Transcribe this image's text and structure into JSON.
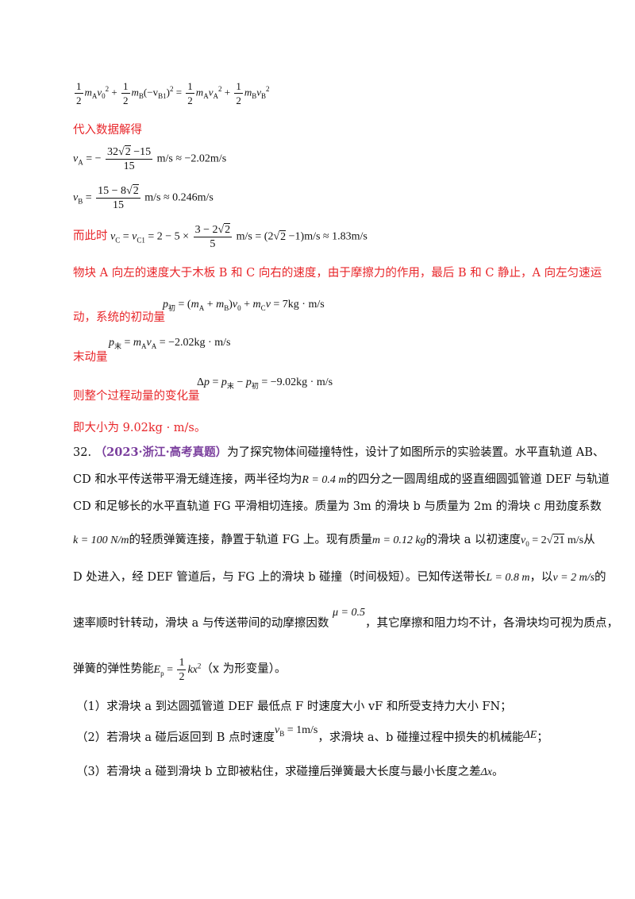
{
  "solution": {
    "momentum_eq": {
      "half": "1",
      "two": "2",
      "t1": "m",
      "t1s": "A",
      "t1v": "v",
      "t1vs": "0",
      "t1p": "2",
      "plus1": "+",
      "t2": "m",
      "t2s": "B",
      "t2paren": "(−v",
      "t2vs": "B1",
      "t2close": ")",
      "t2p": "2",
      "eq": "=",
      "t3": "m",
      "t3s": "A",
      "t3v": "v",
      "t3vs": "A",
      "t3p": "2",
      "plus2": "+",
      "t4": "m",
      "t4s": "B",
      "t4v": "v",
      "t4vs": "B",
      "t4p": "2"
    },
    "substitute_label": "代入数据解得",
    "vA": {
      "lhs": "v",
      "lhs_sub": "A",
      "eq": "= −",
      "num_a": "32",
      "num_sqrt": "2",
      "num_b": " −15",
      "den": "15",
      "rhs": "m/s ≈ −2.02m/s"
    },
    "vB": {
      "lhs": "v",
      "lhs_sub": "B",
      "eq": "=",
      "num_a": "15 − 8",
      "num_sqrt": "2",
      "den": "15",
      "rhs": "m/s ≈ 0.246m/s"
    },
    "vC": {
      "prefix": "而此时",
      "lhs": "v",
      "lhs_sub": "C",
      "eq1": " = ",
      "mid": "v",
      "mid_sub": "C1",
      "eq2": " = 2 − 5 ×",
      "num_a": "3 − 2",
      "num_sqrt": "2",
      "den": "5",
      "rhs_a": "m/s = (2",
      "rhs_sqrt": "2",
      "rhs_b": " −1)m/s ≈ 1.83m/s"
    },
    "para1": "物块 A 向左的速度大于木板 B 和 C 向右的速度，由于摩擦力的作用，最后 B 和 C 静止，A 向左匀速运",
    "para2_prefix": "动，系统的初动量",
    "p_initial": {
      "lhs": "p",
      "lhs_sub": "初",
      "eq": " = (",
      "m": "m",
      "ma_sub": "A",
      "plus": " + ",
      "mb_sub": "B",
      "close": ")",
      "v": "v",
      "v_sub": "0",
      "plus2": " + ",
      "mc_sub": "C",
      "v2": "v",
      "rhs": " = 7kg · m/s"
    },
    "final_label": "末动量",
    "p_final": {
      "lhs": "p",
      "lhs_sub": "末",
      "eq": " = ",
      "m": "m",
      "m_sub": "A",
      "v": "v",
      "v_sub": "A",
      "rhs": " = −2.02kg · m/s"
    },
    "change_label": "则整个过程动量的变化量",
    "dp": {
      "delta": "Δ",
      "p": "p",
      "eq": " = ",
      "p1_sub": "末",
      "minus": " − ",
      "p2_sub": "初",
      "rhs": " = −9.02kg · m/s"
    },
    "magnitude": "即大小为 9.02kg · m/s。"
  },
  "problem": {
    "number": "32.",
    "source": "（2023·浙江·高考真题）",
    "line1": "为了探究物体间碰撞特性，设计了如图所示的实验装置。水平直轨道 AB、",
    "line2a": "CD 和水平传送带平滑无缝连接，两半径均为",
    "R": "R = 0.4 m",
    "line2b": "的四分之一圆周组成的竖直细圆弧管道 DEF 与轨道",
    "line3": "CD 和足够长的水平直轨道 FG 平滑相切连接。质量为 3m 的滑块 b 与质量为 2m 的滑块 c 用劲度系数",
    "k": "k = 100 N/m",
    "line4a": "的轻质弹簧连接，静置于轨道 FG 上。现有质量",
    "m": "m = 0.12 kg",
    "line4b": "的滑块 a 以初速度",
    "v0_lhs": "v",
    "v0_sub": "0",
    "v0_eq": " = 2",
    "v0_sqrt": "21",
    "v0_unit": " m/s",
    "line4c": "从",
    "line5a": "D 处进入，经 DEF 管道后，与 FG 上的滑块 b 碰撞（时间极短）。已知传送带长",
    "L": "L = 0.8 m",
    "line5b": "，以",
    "v": "v = 2 m/s",
    "line5c": "的",
    "line6a": "速率顺时针转动，滑块 a 与传送带间的动摩擦因数",
    "mu": "μ = 0.5",
    "line6b": "，其它摩擦和阻力均不计，各滑块均可视为质点，",
    "line7a": "弹簧的弹性势能",
    "Ep_lhs": "E",
    "Ep_sub": "p",
    "Ep_eq": " = ",
    "Ep_num": "1",
    "Ep_den": "2",
    "Ep_rhs": "kx",
    "Ep_pow": "2",
    "line7b": "（x 为形变量）。",
    "q1": "（1）求滑块 a 到达圆弧管道 DEF 最低点 F 时速度大小 vF 和所受支持力大小 FN；",
    "q2a": "（2）若滑块 a 碰后返回到 B 点时速度",
    "vB_lhs": "v",
    "vB_sub": "B",
    "vB_rhs": " = 1m/s",
    "q2b": "，求滑块 a、b 碰撞过程中损失的机械能",
    "dE": "ΔE",
    "q2c": "；",
    "q3a": "（3）若滑块 a 碰到滑块 b 立即被粘住，求碰撞后弹簧最大长度与最小长度之差",
    "dx": "Δx",
    "q3b": "。"
  }
}
